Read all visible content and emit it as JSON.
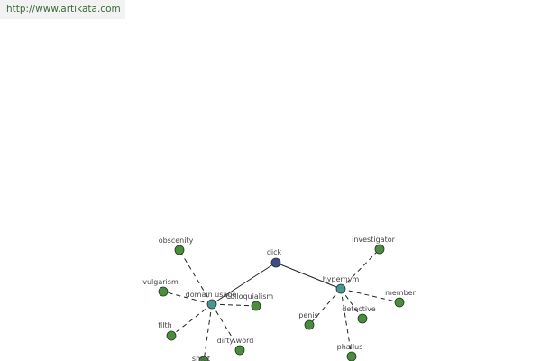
{
  "header": {
    "url_text": "http://www.artikata.com"
  },
  "colors": {
    "root_node": "#3d4a8c",
    "relation_node": "#4f9494",
    "leaf_node": "#4c8c3f",
    "edge": "#222222",
    "label": "#444444"
  },
  "graph": {
    "root": {
      "label": "dick"
    },
    "relations": [
      {
        "id": "domain",
        "label": "domain usage"
      },
      {
        "id": "hypernym",
        "label": "hypernym"
      }
    ],
    "terms": [
      {
        "id": "obscenity",
        "label": "obscenity",
        "relation": "domain"
      },
      {
        "id": "vulgarism",
        "label": "vulgarism",
        "relation": "domain"
      },
      {
        "id": "filth",
        "label": "filth",
        "relation": "domain"
      },
      {
        "id": "smut",
        "label": "smut",
        "relation": "domain"
      },
      {
        "id": "dirtyword",
        "label": "dirty word",
        "relation": "domain"
      },
      {
        "id": "colloquialism",
        "label": "colloquialism",
        "relation": "domain"
      },
      {
        "id": "investigator",
        "label": "investigator",
        "relation": "hypernym"
      },
      {
        "id": "member",
        "label": "member",
        "relation": "hypernym"
      },
      {
        "id": "penis",
        "label": "penis",
        "relation": "hypernym"
      },
      {
        "id": "detective",
        "label": "detective",
        "relation": "hypernym"
      },
      {
        "id": "phallus",
        "label": "phallus",
        "relation": "hypernym"
      }
    ]
  }
}
